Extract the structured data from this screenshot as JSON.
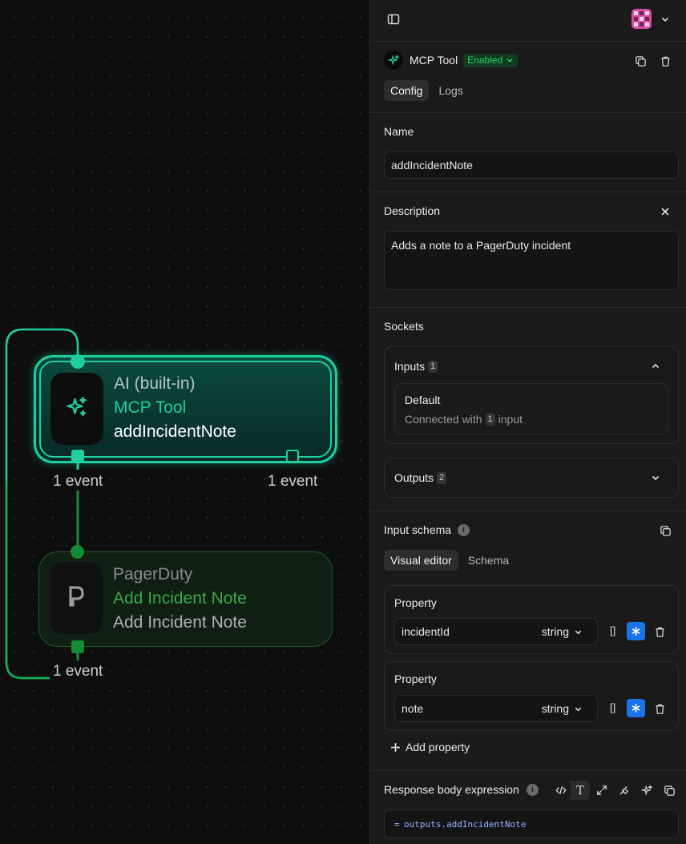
{
  "canvas": {
    "nodes": [
      {
        "id": "ai",
        "category": "AI (built-in)",
        "type": "MCP Tool",
        "name": "addIncidentNote",
        "icon": "sparkles-icon"
      },
      {
        "id": "pagerduty",
        "category": "PagerDuty",
        "type": "Add Incident Note",
        "name": "Add Incident Note",
        "icon": "pagerduty-logo"
      }
    ],
    "event_labels": [
      "1 event",
      "1 event",
      "1 event"
    ],
    "colors": {
      "active": "#1fcf9e",
      "inactive": "#1d5e2a"
    }
  },
  "panel": {
    "header": {
      "node_type": "MCP Tool",
      "status": "Enabled",
      "tabs": [
        "Config",
        "Logs"
      ],
      "active_tab": "Config"
    },
    "name": {
      "label": "Name",
      "value": "addIncidentNote"
    },
    "description": {
      "label": "Description",
      "value": "Adds a note to a PagerDuty incident"
    },
    "sockets": {
      "label": "Sockets",
      "inputs": {
        "label": "Inputs",
        "count": "1",
        "default_label": "Default",
        "connected_prefix": "Connected with",
        "connected_count": "1",
        "connected_suffix": "input"
      },
      "outputs": {
        "label": "Outputs",
        "count": "2"
      }
    },
    "input_schema": {
      "label": "Input schema",
      "tabs": [
        "Visual editor",
        "Schema"
      ],
      "active_tab": "Visual editor",
      "properties": [
        {
          "label": "Property",
          "name": "incidentId",
          "type": "string",
          "array_label": "[]"
        },
        {
          "label": "Property",
          "name": "note",
          "type": "string",
          "array_label": "[]"
        }
      ],
      "add_label": "Add property"
    },
    "response": {
      "label": "Response body expression",
      "expr_prefix": "=",
      "expr": "outputs.addIncidentNote"
    },
    "colors": {
      "accent": "#1a73e8",
      "enabled_bg": "#113a1f",
      "enabled_text": "#2ed06b"
    }
  }
}
